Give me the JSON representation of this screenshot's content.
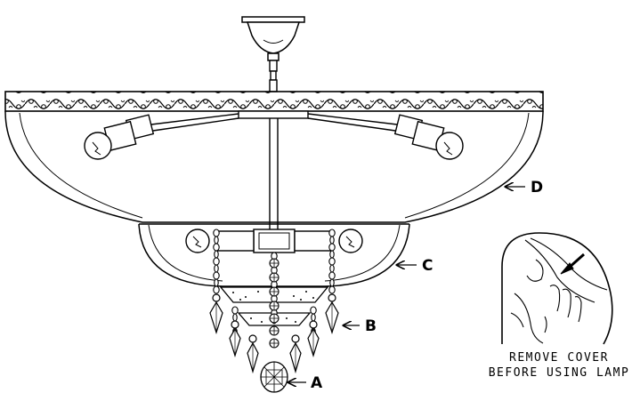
{
  "diagram": {
    "callouts": [
      {
        "id": "a",
        "label": "A"
      },
      {
        "id": "b",
        "label": "B"
      },
      {
        "id": "c",
        "label": "C"
      },
      {
        "id": "d",
        "label": "D"
      }
    ],
    "note": {
      "lines": [
        "REMOVE COVER",
        "BEFORE USING LAMP"
      ]
    }
  },
  "colors": {
    "line": "#000000",
    "background": "#ffffff"
  }
}
